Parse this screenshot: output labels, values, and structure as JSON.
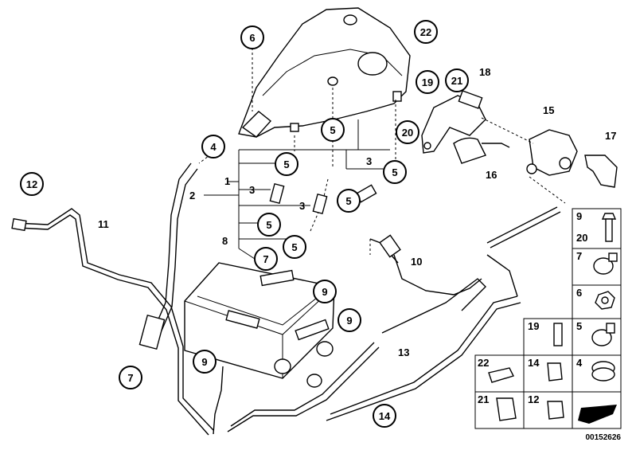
{
  "callouts": [
    "1",
    "2",
    "3",
    "4",
    "5",
    "6",
    "7",
    "8",
    "9",
    "10",
    "11",
    "12",
    "13",
    "14",
    "15",
    "16",
    "17",
    "18",
    "19",
    "20",
    "21",
    "22"
  ],
  "legend": {
    "cells": [
      "9",
      "20",
      "7",
      "6",
      "5",
      "19",
      "22",
      "14",
      "4",
      "21",
      "12"
    ]
  },
  "drawing_number": "00152626"
}
